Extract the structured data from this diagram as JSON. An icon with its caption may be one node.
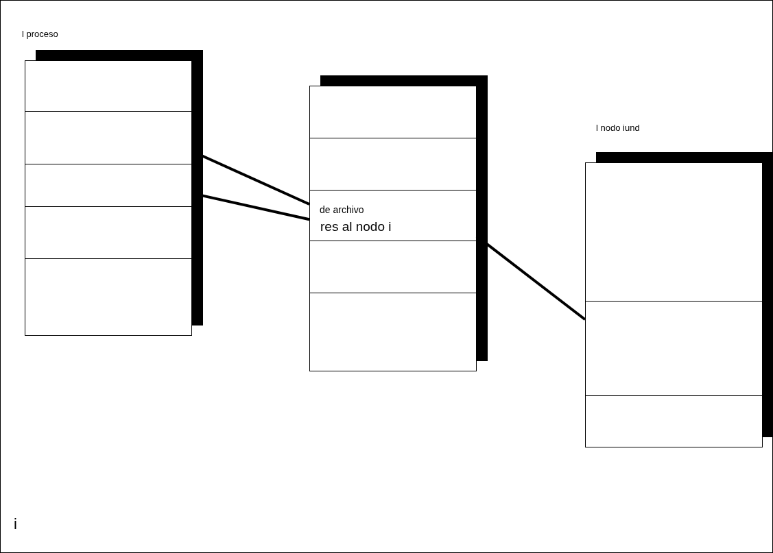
{
  "diagram": {
    "nodes": [
      {
        "text": [
          "l proceso"
        ]
      },
      {
        "text": [],
        "shape": "box",
        "in": 0
      },
      {
        "text": [],
        "shape": "box",
        "in": 0
      },
      {
        "text": [],
        "shape": "box",
        "in": 0
      },
      {
        "text": [],
        "shape": "box",
        "in": 0
      },
      {
        "text": [],
        "shape": "box",
        "in": 0
      },
      {
        "text": [],
        "shape": "box"
      },
      {
        "text": [],
        "shape": "box",
        "in": 6
      },
      {
        "text": [],
        "shape": "box",
        "in": 6
      },
      {
        "text": [
          "de archivo",
          "res al nodo i"
        ],
        "in": 6
      },
      {
        "text": [],
        "shape": "box",
        "in": 6
      },
      {
        "text": [],
        "shape": "box",
        "in": 6
      },
      {
        "text": [
          "l nodo iund"
        ]
      },
      {
        "text": [],
        "shape": "box",
        "in": 12
      },
      {
        "text": [],
        "shape": "box",
        "in": 12
      },
      {
        "text": [],
        "shape": "box",
        "in": 12
      }
    ],
    "edges": [
      {
        "from": 2,
        "to": 9,
        "arrow": "none"
      },
      {
        "from": 3,
        "to": 9,
        "arrow": "none"
      },
      {
        "from": 9,
        "to": 14,
        "arrow": "none"
      }
    ],
    "labels": [
      "i"
    ]
  }
}
